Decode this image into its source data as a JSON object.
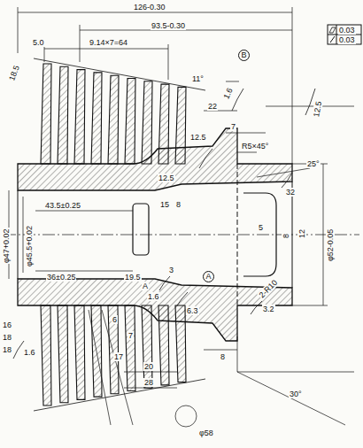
{
  "diagram": {
    "labels": [
      "126-0.30",
      "93.5-0.30",
      "9.14×7=64",
      "5.0",
      "18.5",
      "11°",
      "B",
      "0.03",
      "0.03",
      "22",
      "1.6",
      "12.5",
      "7",
      "R5×45°",
      "12.5",
      "12.5",
      "32",
      "25°",
      "43.5±0.25",
      "15",
      "8",
      "5",
      "8",
      "12",
      "φ52-0.05",
      "2-R10",
      "φ47+0.02",
      "φ45.5+0.02",
      "36±0.25",
      "19.5",
      "3",
      "A",
      "1.6",
      "A",
      "6.3",
      "3.2",
      "8",
      "20",
      "28",
      "30°",
      "φ58",
      "1.6",
      "16",
      "18",
      "18",
      "6",
      "7",
      "17"
    ]
  }
}
